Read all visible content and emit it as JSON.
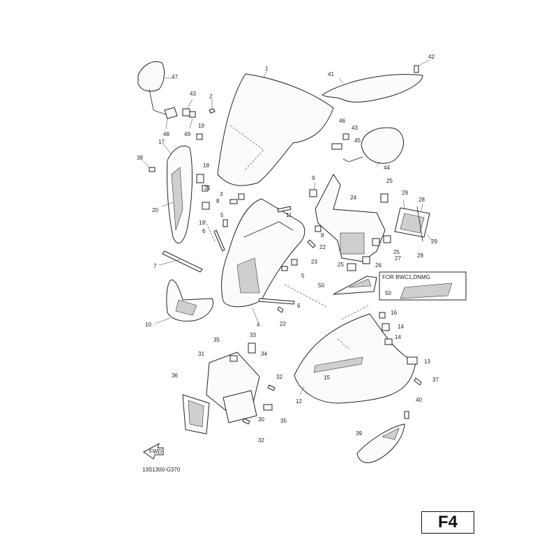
{
  "diagram": {
    "drawing_code": "13S1300-G370",
    "page_tag": "F4",
    "fwd_label": "FWD",
    "variant_note": "FOR BWC1,DNMG",
    "callouts": [
      {
        "id": "c1",
        "text": "1"
      },
      {
        "id": "c2",
        "text": "2"
      },
      {
        "id": "c3",
        "text": "3"
      },
      {
        "id": "c4",
        "text": "4"
      },
      {
        "id": "c5a",
        "text": "5"
      },
      {
        "id": "c5b",
        "text": "5"
      },
      {
        "id": "c6a",
        "text": "6"
      },
      {
        "id": "c6b",
        "text": "6"
      },
      {
        "id": "c7",
        "text": "7"
      },
      {
        "id": "c8a",
        "text": "8"
      },
      {
        "id": "c8b",
        "text": "8"
      },
      {
        "id": "c9",
        "text": "9"
      },
      {
        "id": "c10",
        "text": "10"
      },
      {
        "id": "c11",
        "text": "11"
      },
      {
        "id": "c12",
        "text": "12"
      },
      {
        "id": "c13",
        "text": "13"
      },
      {
        "id": "c14a",
        "text": "14"
      },
      {
        "id": "c14b",
        "text": "14"
      },
      {
        "id": "c15",
        "text": "15"
      },
      {
        "id": "c16",
        "text": "16"
      },
      {
        "id": "c17",
        "text": "17"
      },
      {
        "id": "c18",
        "text": "18"
      },
      {
        "id": "c19a",
        "text": "19"
      },
      {
        "id": "c19b",
        "text": "19"
      },
      {
        "id": "c20",
        "text": "20"
      },
      {
        "id": "c21",
        "text": "21"
      },
      {
        "id": "c22a",
        "text": "22"
      },
      {
        "id": "c22b",
        "text": "22"
      },
      {
        "id": "c23",
        "text": "23"
      },
      {
        "id": "c24",
        "text": "24"
      },
      {
        "id": "c25a",
        "text": "25"
      },
      {
        "id": "c25b",
        "text": "25"
      },
      {
        "id": "c25c",
        "text": "25"
      },
      {
        "id": "c26",
        "text": "26"
      },
      {
        "id": "c27",
        "text": "27"
      },
      {
        "id": "c28a",
        "text": "28"
      },
      {
        "id": "c28b",
        "text": "28"
      },
      {
        "id": "c29a",
        "text": "29"
      },
      {
        "id": "c29b",
        "text": "29"
      },
      {
        "id": "c30",
        "text": "30"
      },
      {
        "id": "c31",
        "text": "31"
      },
      {
        "id": "c32a",
        "text": "32"
      },
      {
        "id": "c32b",
        "text": "32"
      },
      {
        "id": "c33",
        "text": "33"
      },
      {
        "id": "c34",
        "text": "34"
      },
      {
        "id": "c35a",
        "text": "35"
      },
      {
        "id": "c35b",
        "text": "35"
      },
      {
        "id": "c36",
        "text": "36"
      },
      {
        "id": "c37",
        "text": "37"
      },
      {
        "id": "c38",
        "text": "38"
      },
      {
        "id": "c39",
        "text": "39"
      },
      {
        "id": "c40",
        "text": "40"
      },
      {
        "id": "c41",
        "text": "41"
      },
      {
        "id": "c42",
        "text": "42"
      },
      {
        "id": "c43a",
        "text": "43"
      },
      {
        "id": "c43b",
        "text": "43"
      },
      {
        "id": "c44",
        "text": "44"
      },
      {
        "id": "c45",
        "text": "45"
      },
      {
        "id": "c46",
        "text": "46"
      },
      {
        "id": "c47",
        "text": "47"
      },
      {
        "id": "c48",
        "text": "48"
      },
      {
        "id": "c49",
        "text": "49"
      },
      {
        "id": "c50a",
        "text": "50"
      },
      {
        "id": "c50b",
        "text": "50"
      }
    ]
  }
}
